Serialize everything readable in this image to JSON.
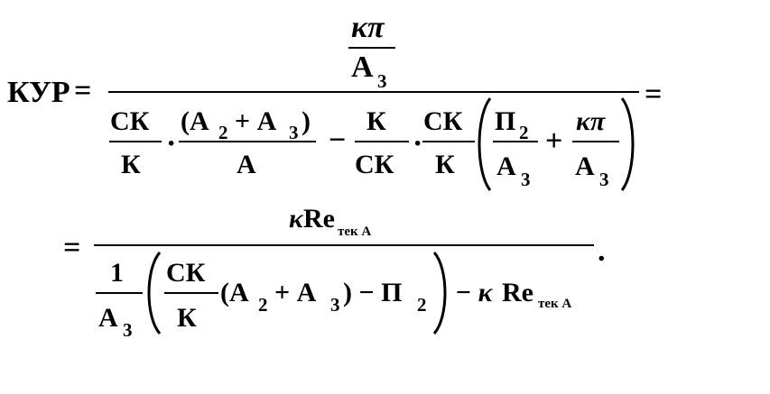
{
  "formula": {
    "lhs": "КУР",
    "eq": "=",
    "line1": {
      "top_num": {
        "text": "κπ",
        "den_base": "А",
        "den_sub": "3"
      },
      "den": {
        "t1_num": "СК",
        "t1_den": "К",
        "dot": "·",
        "t2_num_open": "(А",
        "t2_num_sub1": "2",
        "t2_num_plus": "+ А",
        "t2_num_sub2": "3",
        "t2_num_close": ")",
        "t2_den": "А",
        "minus": "−",
        "t3_num": "К",
        "t3_den": "СК",
        "t4_num": "СК",
        "t4_den": "К",
        "p_num": "П",
        "p_num_sub": "2",
        "p_den": "А",
        "p_den_sub": "3",
        "plus": "+",
        "k_num": "κπ",
        "k_den": "А",
        "k_den_sub": "3"
      },
      "trailing": "="
    },
    "line2": {
      "lead": "=",
      "num_kappa": "κ",
      "num_re": "Re",
      "num_sub": "тек А",
      "one": "1",
      "a3": "А",
      "a3_sub": "3",
      "sk": "СК",
      "k": "К",
      "bracket": "(А",
      "a2_sub": "2",
      "plus": "+ А",
      "a3b_sub": "3",
      "close_minus": ") − П",
      "p2_sub": "2",
      "minus_kappa": "− κ",
      "re": "Re",
      "re_sub": "тек А",
      "period": "."
    }
  }
}
